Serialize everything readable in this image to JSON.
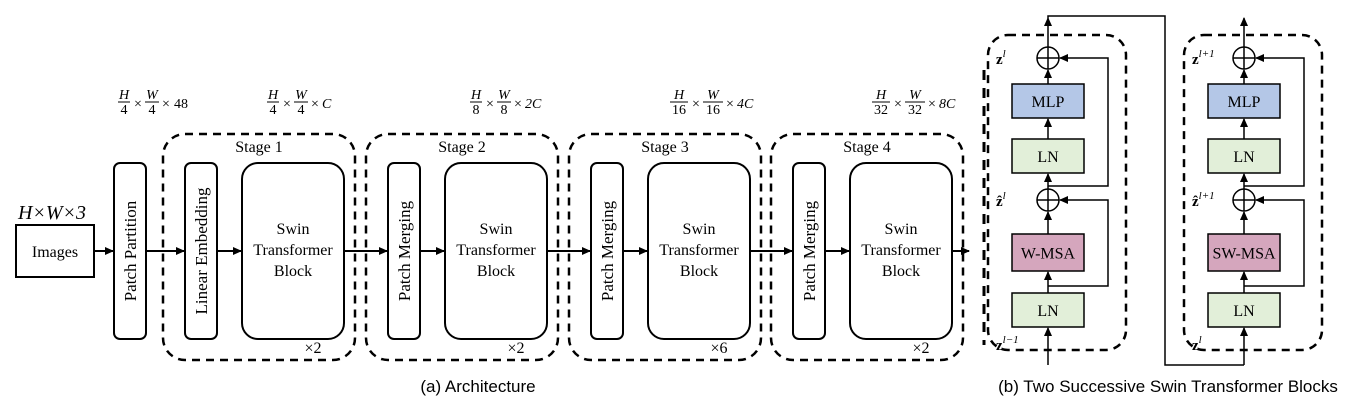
{
  "architecture": {
    "input_dim": "H×W×3",
    "input_label": "Images",
    "patch_partition": "Patch Partition",
    "linear_embedding": "Linear Embedding",
    "patch_merging": "Patch Merging",
    "swin_block": [
      "Swin",
      "Transformer",
      "Block"
    ],
    "stages": [
      {
        "title": "Stage 1",
        "repeat": "×2",
        "dim": {
          "h": "H",
          "hd": "4",
          "w": "W",
          "wd": "4",
          "c": "C"
        }
      },
      {
        "title": "Stage 2",
        "repeat": "×2",
        "dim": {
          "h": "H",
          "hd": "8",
          "w": "W",
          "wd": "8",
          "c": "2C"
        }
      },
      {
        "title": "Stage 3",
        "repeat": "×6",
        "dim": {
          "h": "H",
          "hd": "16",
          "w": "W",
          "wd": "16",
          "c": "4C"
        }
      },
      {
        "title": "Stage 4",
        "repeat": "×2",
        "dim": {
          "h": "H",
          "hd": "32",
          "w": "W",
          "wd": "32",
          "c": "8C"
        }
      }
    ],
    "partition_dim": {
      "h": "H",
      "hd": "4",
      "w": "W",
      "wd": "4",
      "c": "48"
    },
    "caption": "(a) Architecture"
  },
  "blocks": {
    "left": {
      "mlp": "MLP",
      "ln": "LN",
      "attn": "W-MSA",
      "z_out": "z",
      "z_out_sup": "l",
      "z_hat": "ẑ",
      "z_hat_sup": "l",
      "z_in": "z",
      "z_in_sup": "l−1"
    },
    "right": {
      "mlp": "MLP",
      "ln": "LN",
      "attn": "SW-MSA",
      "z_out": "z",
      "z_out_sup": "l+1",
      "z_hat": "ẑ",
      "z_hat_sup": "l+1",
      "z_in": "z",
      "z_in_sup": "l"
    },
    "caption": "(b) Two Successive Swin Transformer Blocks"
  },
  "colors": {
    "mlp": "#b4c7e7",
    "ln": "#e2efd9",
    "w_msa": "#d5a6bd",
    "stroke": "#000000"
  }
}
